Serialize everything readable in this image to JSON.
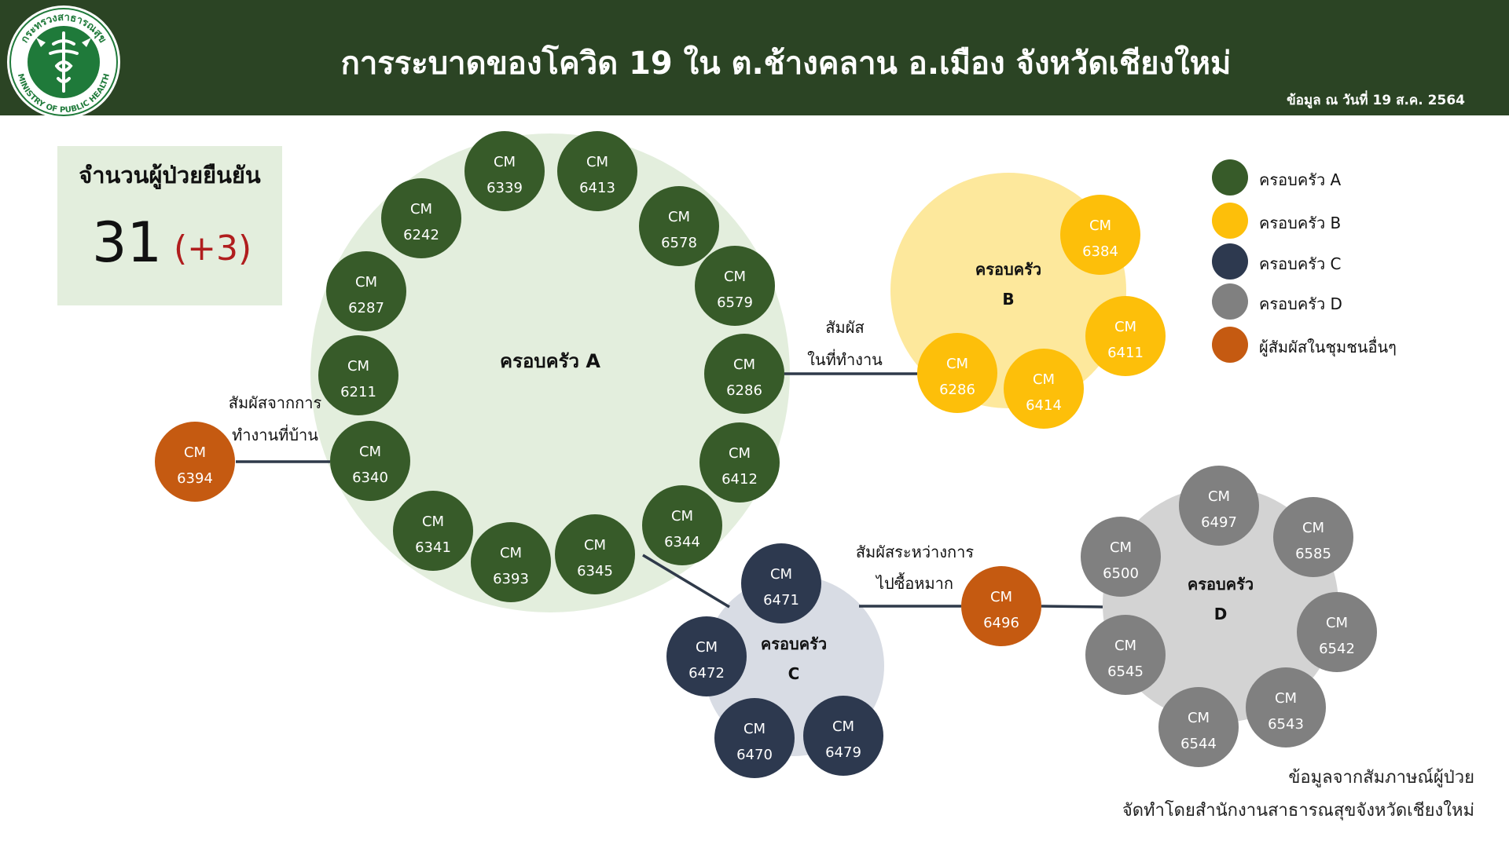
{
  "header": {
    "title": "การระบาดของโควิด 19 ใน ต.ช้างคลาน อ.เมือง จังหวัดเชียงใหม่",
    "as_of": "ข้อมูล ณ วันที่ 19 ส.ค. 2564",
    "logo_text_top": "กระทรวงสาธารณสุข",
    "logo_text_bottom": "MINISTRY OF PUBLIC HEALTH"
  },
  "stats": {
    "label": "จำนวนผู้ป่วยยืนยัน",
    "total": "31",
    "delta": "(+3)"
  },
  "colors": {
    "A": "#375b29",
    "B": "#fdbf0a",
    "C": "#2d394f",
    "D": "#808080",
    "other": "#c55a11",
    "A_bg": "#e3eedd",
    "B_bg": "#fde89c",
    "C_bg": "#d8dce4",
    "D_bg": "#d3d3d3",
    "line": "#2f3a4a"
  },
  "legend": [
    {
      "label": "ครอบครัว A",
      "color": "#375b29"
    },
    {
      "label": "ครอบครัว B",
      "color": "#fdbf0a"
    },
    {
      "label": "ครอบครัว C",
      "color": "#2d394f"
    },
    {
      "label": "ครอบครัว D",
      "color": "#808080"
    },
    {
      "label": "ผู้สัมผัสในชุมชนอื่นๆ",
      "color": "#c55a11"
    }
  ],
  "clusters": [
    {
      "id": "A",
      "label_lines": [
        "ครอบครัว A"
      ]
    },
    {
      "id": "B",
      "label_lines": [
        "ครอบครัว",
        "B"
      ]
    },
    {
      "id": "C",
      "label_lines": [
        "ครอบครัว",
        "C"
      ]
    },
    {
      "id": "D",
      "label_lines": [
        "ครอบครัว",
        "D"
      ]
    }
  ],
  "case_prefix": "CM",
  "cases": [
    {
      "id": "6339",
      "group": "A"
    },
    {
      "id": "6413",
      "group": "A"
    },
    {
      "id": "6242",
      "group": "A"
    },
    {
      "id": "6578",
      "group": "A"
    },
    {
      "id": "6287",
      "group": "A"
    },
    {
      "id": "6579",
      "group": "A"
    },
    {
      "id": "6211",
      "group": "A"
    },
    {
      "id": "6286",
      "group": "A"
    },
    {
      "id": "6340",
      "group": "A"
    },
    {
      "id": "6412",
      "group": "A"
    },
    {
      "id": "6341",
      "group": "A"
    },
    {
      "id": "6344",
      "group": "A"
    },
    {
      "id": "6393",
      "group": "A"
    },
    {
      "id": "6345",
      "group": "A"
    },
    {
      "id": "6384",
      "group": "B"
    },
    {
      "id": "6411",
      "group": "B"
    },
    {
      "id": "6286",
      "group": "B"
    },
    {
      "id": "6414",
      "group": "B"
    },
    {
      "id": "6471",
      "group": "C"
    },
    {
      "id": "6472",
      "group": "C"
    },
    {
      "id": "6470",
      "group": "C"
    },
    {
      "id": "6479",
      "group": "C"
    },
    {
      "id": "6497",
      "group": "D"
    },
    {
      "id": "6500",
      "group": "D"
    },
    {
      "id": "6585",
      "group": "D"
    },
    {
      "id": "6542",
      "group": "D"
    },
    {
      "id": "6545",
      "group": "D"
    },
    {
      "id": "6543",
      "group": "D"
    },
    {
      "id": "6544",
      "group": "D"
    },
    {
      "id": "6394",
      "group": "other"
    },
    {
      "id": "6496",
      "group": "other"
    }
  ],
  "links": [
    {
      "from": "6394",
      "to": "6340",
      "label_lines": [
        "สัมผัสจากการ",
        "ทำงานที่บ้าน"
      ]
    },
    {
      "from": "6286",
      "to": "6286B",
      "label_lines": [
        "สัมผัส",
        "ในที่ทำงาน"
      ]
    },
    {
      "from": "6345",
      "to": "6471",
      "label_lines": []
    },
    {
      "from": "C",
      "to": "6496",
      "label_lines": [
        "สัมผัสระหว่างการ",
        "ไปซื้อหมาก"
      ]
    },
    {
      "from": "6496",
      "to": "D",
      "label_lines": []
    }
  ],
  "credits": {
    "line1": "ข้อมูลจากสัมภาษณ์ผู้ป่วย",
    "line2": "จัดทำโดยสำนักงานสาธารณสุขจังหวัดเชียงใหม่"
  }
}
